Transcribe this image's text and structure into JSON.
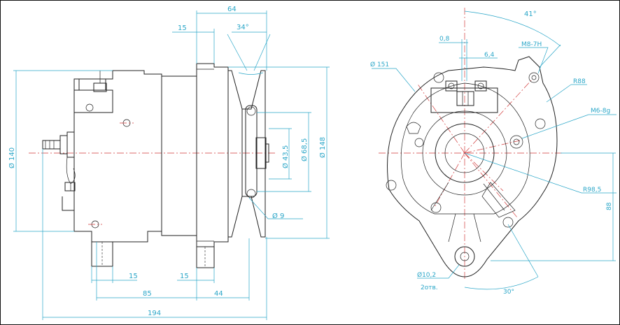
{
  "colors": {
    "dimension": "#2aa6c8",
    "centerline": "#d23a3a",
    "outline": "#222222",
    "background": "#ffffff"
  },
  "side_view": {
    "dim_64": "64",
    "dim_15_top": "15",
    "angle_34": "34°",
    "dia_140": "Ø 140",
    "dia_43_5": "Ø 43,5",
    "dia_68_5": "Ø 68,5",
    "dia_148": "Ø 148",
    "dia_9": "Ø 9",
    "dim_15_bottom_left": "15",
    "dim_15_bottom_right": "15",
    "dim_85": "85",
    "dim_44": "44",
    "dim_194": "194"
  },
  "front_view": {
    "angle_41": "41°",
    "dim_0_8": "0,8",
    "dim_6_4": "6,4",
    "thread_m8_7h": "M8-7H",
    "dia_151": "Ø 151",
    "radius_88": "R88",
    "thread_m6_8g": "M6-8g",
    "radius_98_5": "R98,5",
    "dim_88": "88",
    "dia_10_2": "Ø10,2",
    "holes_2": "2отв.",
    "angle_30": "30°"
  }
}
